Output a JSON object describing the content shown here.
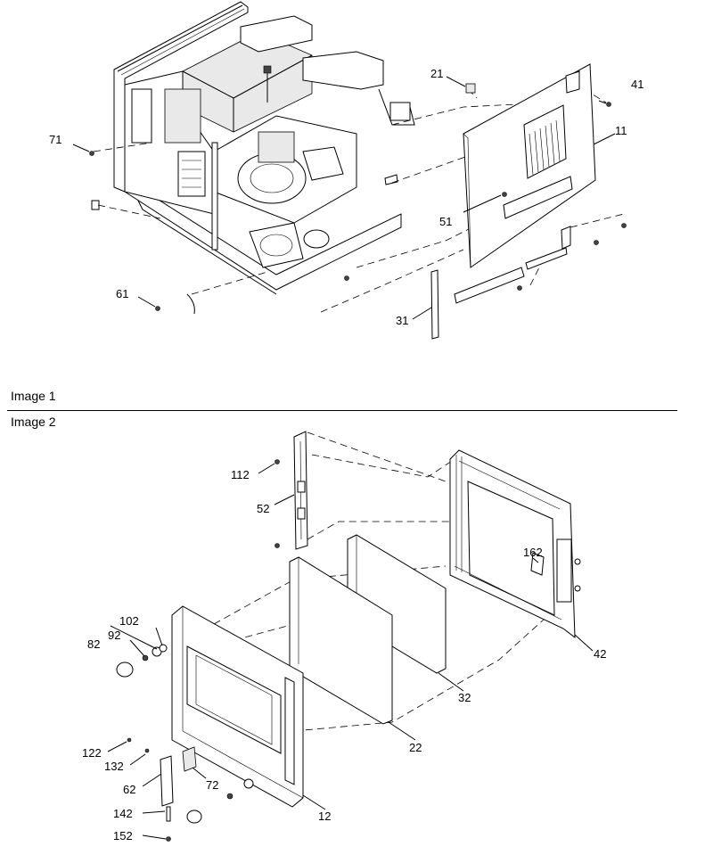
{
  "captions": {
    "image1": "Image 1",
    "image2": "Image 2"
  },
  "callouts": {
    "p11": "11",
    "p21": "21",
    "p31": "31",
    "p41": "41",
    "p51": "51",
    "p61": "61",
    "p71": "71",
    "p12": "12",
    "p22": "22",
    "p32": "32",
    "p42": "42",
    "p52": "52",
    "p62": "62",
    "p72": "72",
    "p82": "82",
    "p92": "92",
    "p102": "102",
    "p112": "112",
    "p122": "122",
    "p132": "132",
    "p142": "142",
    "p152": "152",
    "p162": "162"
  }
}
